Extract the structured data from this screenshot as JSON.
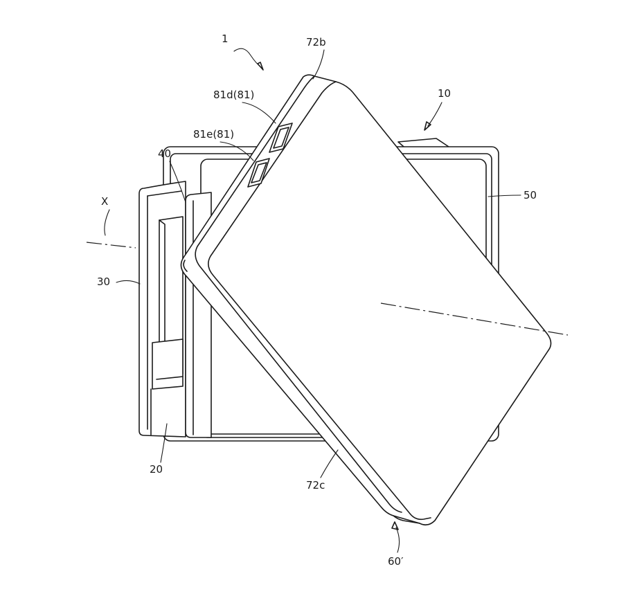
{
  "labels": {
    "assembly": "1",
    "top_edge": "72b",
    "port_d": "81d(81)",
    "port_e": "81e(81)",
    "body": "10",
    "cover": "40",
    "rear_panel": "50",
    "axis": "X",
    "side_frame": "30",
    "base": "20",
    "bottom_edge": "72c",
    "unit": "60′"
  },
  "colors": {
    "line": "#1a1a1a",
    "background": "#ffffff"
  }
}
